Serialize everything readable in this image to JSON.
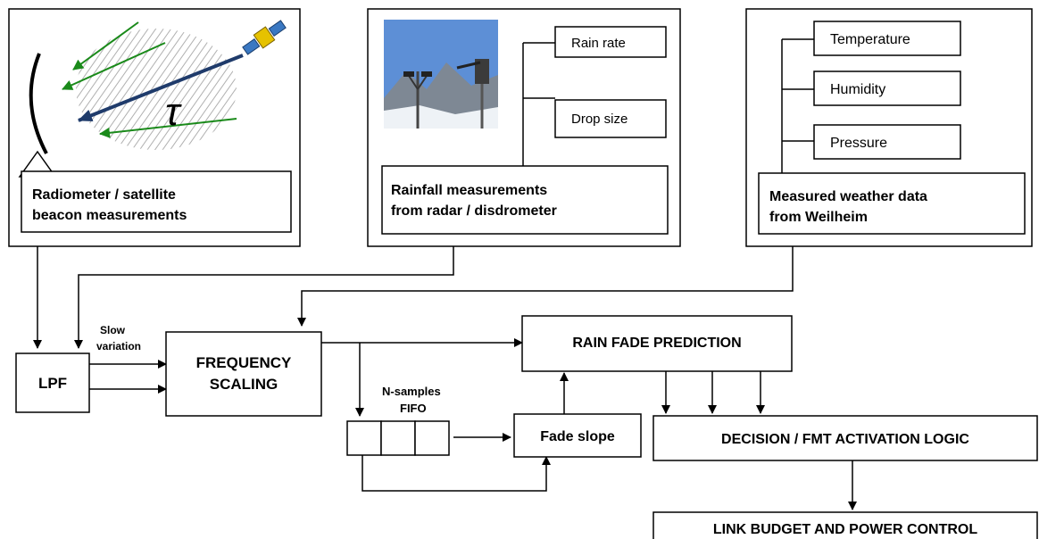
{
  "panels": {
    "radiometer": {
      "caption_line1": "Radiometer / satellite",
      "caption_line2": "beacon measurements",
      "tau_symbol": "τ"
    },
    "rainfall": {
      "caption_line1": "Rainfall measurements",
      "caption_line2": "from radar / disdrometer",
      "outputs": [
        "Rain rate",
        "Drop size"
      ]
    },
    "weather": {
      "caption_line1": "Measured weather data",
      "caption_line2": "from Weilheim",
      "outputs": [
        "Temperature",
        "Humidity",
        "Pressure"
      ]
    }
  },
  "blocks": {
    "lpf": "LPF",
    "slow_variation_line1": "Slow",
    "slow_variation_line2": "variation",
    "frequency_scaling_line1": "FREQUENCY",
    "frequency_scaling_line2": "SCALING",
    "fifo_label_line1": "N-samples",
    "fifo_label_line2": "FIFO",
    "rain_fade_prediction": "RAIN FADE PREDICTION",
    "fade_slope": "Fade slope",
    "decision_logic": "DECISION / FMT ACTIVATION LOGIC",
    "link_budget": "LINK BUDGET AND POWER CONTROL"
  },
  "colors": {
    "green_arrow": "#1a8a1a",
    "blue_arrow": "#1f3b6b",
    "satellite_body": "#e6c200",
    "satellite_panel": "#3a78c2"
  }
}
